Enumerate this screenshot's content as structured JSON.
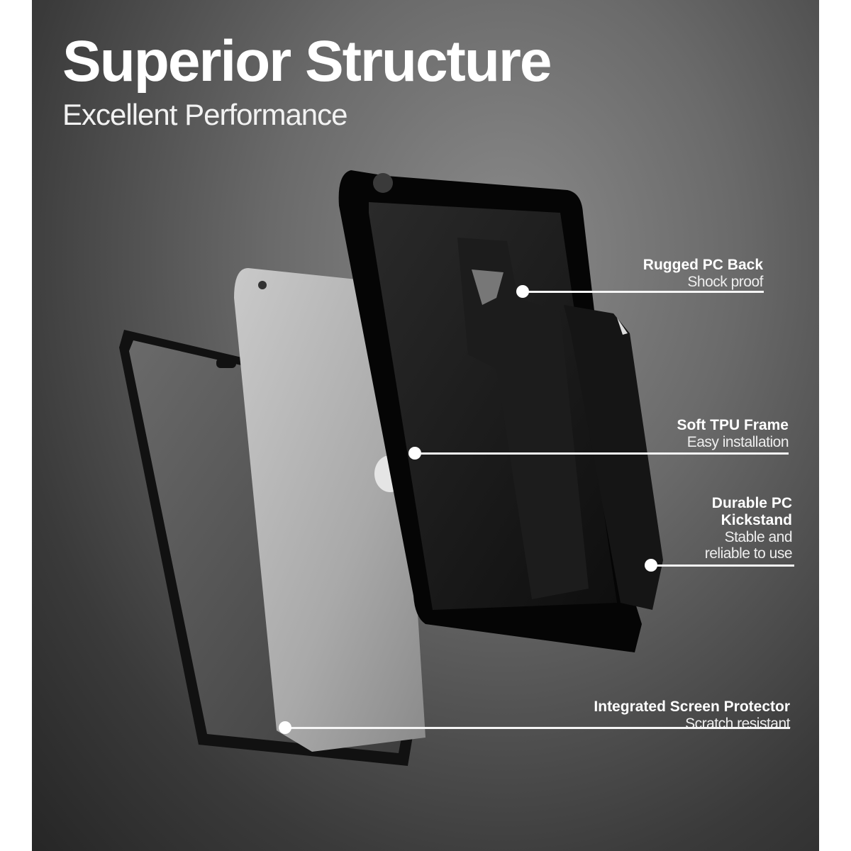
{
  "header": {
    "title": "Superior Structure",
    "subtitle": "Excellent Performance"
  },
  "callouts": [
    {
      "heading": "Rugged PC Back",
      "sub": "Shock proof"
    },
    {
      "heading": "Soft TPU Frame",
      "sub": "Easy installation"
    },
    {
      "heading_line1": "Durable PC",
      "heading_line2": "Kickstand",
      "sub_line1": "Stable  and",
      "sub_line2": "reliable to use"
    },
    {
      "heading": "Integrated Screen Protector",
      "sub": "Scratch resistant"
    }
  ]
}
